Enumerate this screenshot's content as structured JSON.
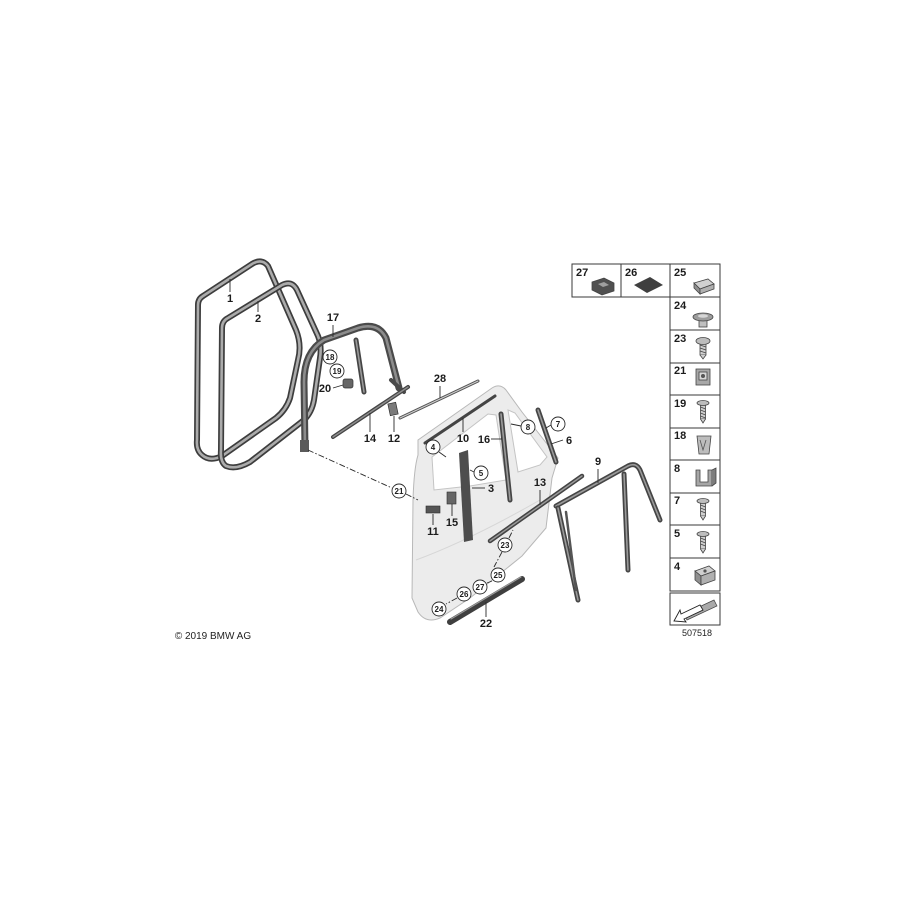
{
  "diagram": {
    "part_labels": [
      "1",
      "2",
      "17",
      "20",
      "14",
      "12",
      "28",
      "10",
      "16",
      "6",
      "3",
      "13",
      "9",
      "11",
      "15",
      "22"
    ],
    "circled_labels": [
      "18",
      "19",
      "8",
      "7",
      "4",
      "5",
      "21",
      "23",
      "25",
      "27",
      "26",
      "24"
    ]
  },
  "legend": {
    "top_row": [
      {
        "label": "27",
        "icon": "grommet-icon"
      },
      {
        "label": "26",
        "icon": "adhesive-pad-icon"
      },
      {
        "label": "25",
        "icon": "clip-nut-icon"
      }
    ],
    "column": [
      {
        "label": "24",
        "icon": "expanding-rivet-icon"
      },
      {
        "label": "23",
        "icon": "collar-screw-icon"
      },
      {
        "label": "21",
        "icon": "square-clip-nut-icon"
      },
      {
        "label": "19",
        "icon": "screw-icon"
      },
      {
        "label": "18",
        "icon": "spring-clip-icon"
      },
      {
        "label": "8",
        "icon": "bracket-icon"
      },
      {
        "label": "7",
        "icon": "self-tapping-screw-icon"
      },
      {
        "label": "5",
        "icon": "self-tapping-screw-icon"
      },
      {
        "label": "4",
        "icon": "clip-nut-icon"
      }
    ],
    "footer_icon": "direction-arrow-icon"
  },
  "footer": {
    "copyright": "© 2019 BMW AG",
    "image_number": "507518"
  }
}
